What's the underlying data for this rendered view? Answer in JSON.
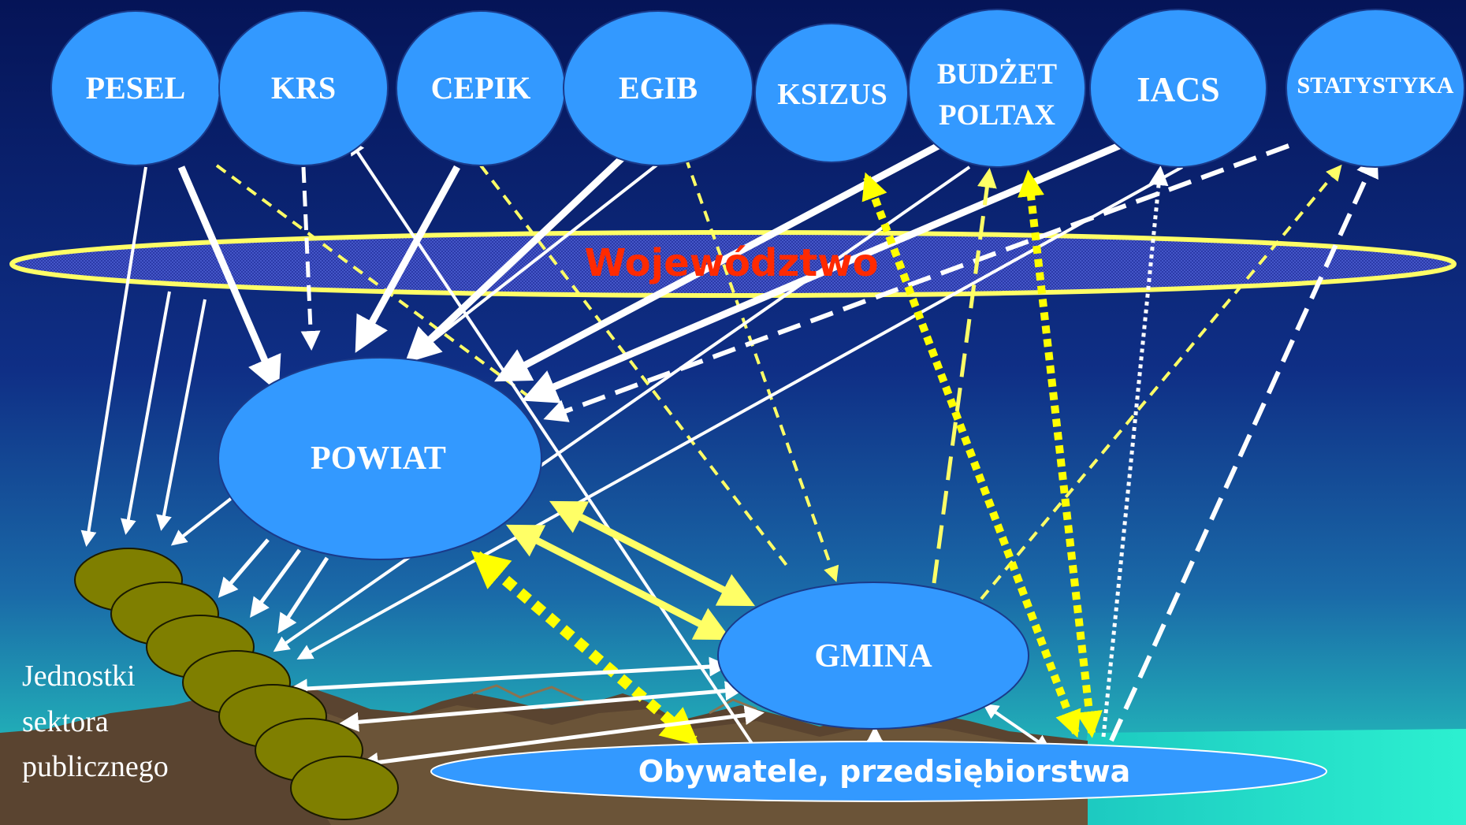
{
  "registries": [
    {
      "id": "pesel",
      "label": "PESEL"
    },
    {
      "id": "krs",
      "label": "KRS"
    },
    {
      "id": "cepik",
      "label": "CEPIK"
    },
    {
      "id": "egib",
      "label": "EGIB"
    },
    {
      "id": "ksizus",
      "label": "KSIZUS"
    },
    {
      "id": "budzet",
      "label_line1": "BUDŻET",
      "label_line2": "POLTAX"
    },
    {
      "id": "iacs",
      "label": "IACS"
    },
    {
      "id": "statystyka",
      "label": "STATYSTYKA"
    }
  ],
  "levels": {
    "wojewodztwo": "Województwo",
    "powiat": "POWIAT",
    "gmina": "GMINA",
    "obywatele": "Obywatele, przedsiębiorstwa"
  },
  "public_sector": {
    "line1": "Jednostki",
    "line2": "sektora",
    "line3": "publicznego"
  },
  "colors": {
    "background_top": "#06155a",
    "background_mid": "#123a8c",
    "background_bottom": "#1aa8b8",
    "node_fill": "#3399ff",
    "band_outline": "#ffff66",
    "band_label": "#ff2a00",
    "olive": "#7f7f00",
    "ground": "#5a4632",
    "sea": "#22e8d0",
    "arrow_white": "#ffffff",
    "arrow_yellow": "#ffff66",
    "arrow_bright_yellow": "#ffff00"
  }
}
